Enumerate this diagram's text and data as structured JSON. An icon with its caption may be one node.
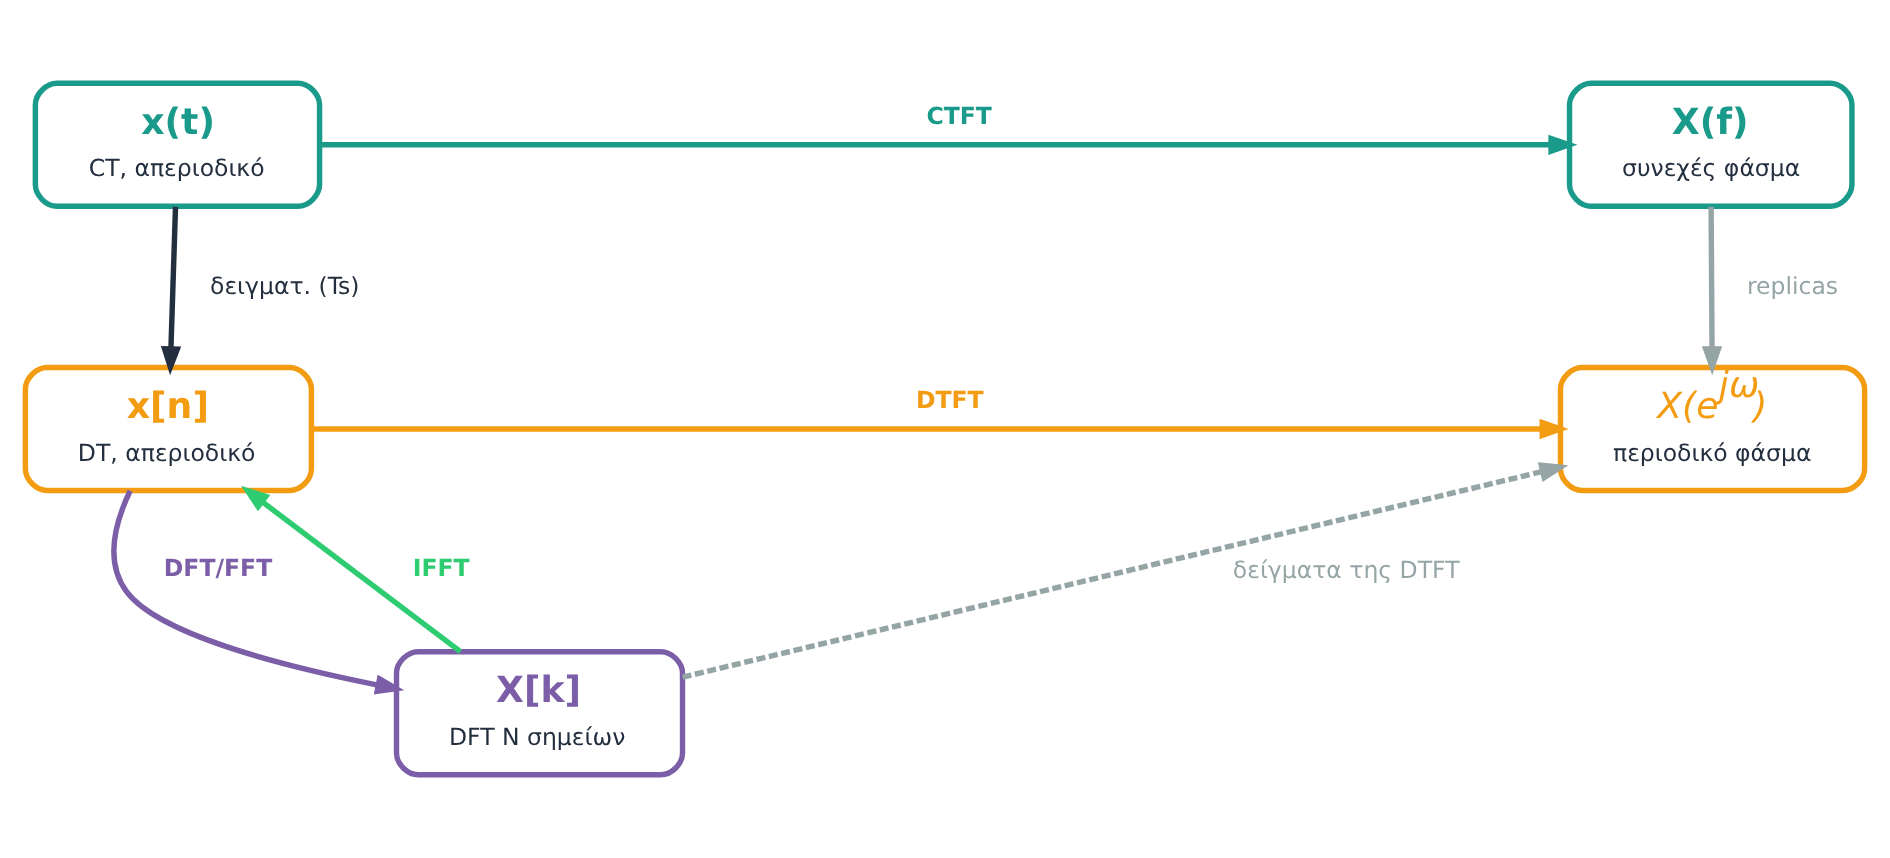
{
  "diagram": {
    "nodes": [
      {
        "text": [
          "x(t)",
          "CT, απεριοδικό"
        ]
      },
      {
        "text": [
          "X(f)",
          "συνεχές φάσμα"
        ]
      },
      {
        "text": [
          "X[k]",
          "DFT N σημείων"
        ]
      },
      {
        "text": [
          "x[n]",
          "DT, απεριοδικό"
        ]
      },
      {
        "text": [
          "X(e$^{jω}$)",
          "περιοδικό φάσμα"
        ]
      }
    ],
    "edges": [
      {
        "from": 0,
        "to": 1,
        "arrow": "to",
        "label": "CTFT",
        "color": "#1a9a8a"
      },
      {
        "from": 0,
        "to": 3,
        "arrow": "to",
        "label": "δειγματ. (Ts)",
        "color": "#232f3e"
      },
      {
        "from": 1,
        "to": 4,
        "arrow": "to",
        "label": "replicas",
        "color": "#95a5a6"
      },
      {
        "from": 3,
        "to": 2,
        "arrow": "to",
        "label": "DFT/FFT",
        "color": "#7b5ea7"
      },
      {
        "from": 2,
        "to": 3,
        "arrow": "to",
        "label": "IFFT",
        "color": "#2ecc71"
      },
      {
        "from": 3,
        "to": 4,
        "arrow": "to",
        "label": "DTFT",
        "color": "#f39c12"
      },
      {
        "from": 2,
        "to": 4,
        "arrow": "to",
        "label": "δείγματα της DTFT",
        "style": "dashed",
        "color": "#95a5a6"
      }
    ]
  }
}
